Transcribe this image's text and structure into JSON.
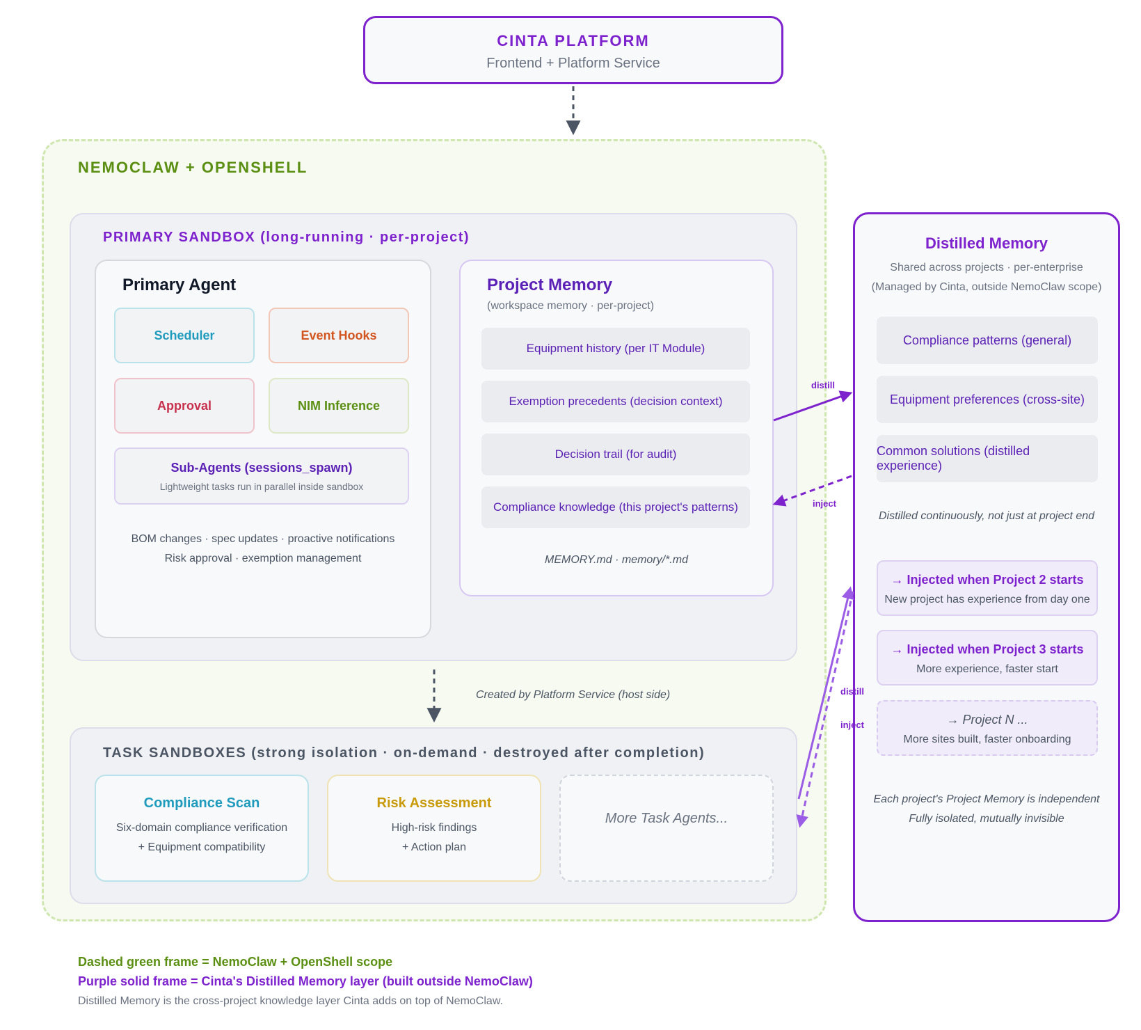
{
  "platform": {
    "title": "CINTA PLATFORM",
    "subtitle": "Frontend + Platform Service"
  },
  "nemoclaw": {
    "title": "NEMOCLAW + OPENSHELL"
  },
  "primary_sandbox": {
    "title": "PRIMARY SANDBOX (long-running · per-project)",
    "agent": {
      "title": "Primary Agent",
      "chips": {
        "scheduler": "Scheduler",
        "event_hooks": "Event Hooks",
        "approval": "Approval",
        "nim_inference": "NIM Inference"
      },
      "sub_agents": {
        "name": "Sub-Agents (sessions_spawn)",
        "desc": "Lightweight tasks run in parallel inside sandbox"
      },
      "notes": [
        "BOM changes · spec updates · proactive notifications",
        "Risk approval · exemption management"
      ]
    },
    "project_memory": {
      "title": "Project Memory",
      "subtitle": "(workspace memory · per-project)",
      "items": [
        "Equipment history (per IT Module)",
        "Exemption precedents (decision context)",
        "Decision trail (for audit)",
        "Compliance knowledge (this project's patterns)"
      ],
      "footer": "MEMORY.md · memory/*.md"
    }
  },
  "created_note": "Created by Platform Service (host side)",
  "task_sandboxes": {
    "title": "TASK SANDBOXES (strong isolation · on-demand · destroyed after completion)",
    "tasks": [
      {
        "name": "Compliance Scan",
        "lines": [
          "Six-domain compliance verification",
          "+ Equipment compatibility"
        ]
      },
      {
        "name": "Risk Assessment",
        "lines": [
          "High-risk findings",
          "+ Action plan"
        ]
      },
      {
        "name": "More Task Agents..."
      }
    ]
  },
  "distilled_memory": {
    "title": "Distilled Memory",
    "subtitle": [
      "Shared across projects · per-enterprise",
      "(Managed by Cinta, outside NemoClaw scope)"
    ],
    "items": [
      "Compliance patterns (general)",
      "Equipment preferences (cross-site)",
      "Common solutions (distilled experience)"
    ],
    "note": "Distilled continuously, not just at project end",
    "injections": [
      {
        "name": "→ Injected when Project 2 starts",
        "desc": "New project has experience from day one"
      },
      {
        "name": "→ Injected when Project 3 starts",
        "desc": "More experience, faster start"
      },
      {
        "name": "→ Project N ...",
        "desc": "More sites built, faster onboarding"
      }
    ],
    "footer": [
      "Each project's Project Memory is independent",
      "Fully isolated, mutually invisible"
    ]
  },
  "edge_labels": {
    "distill": "distill",
    "inject": "inject"
  },
  "legend": [
    "Dashed green frame = NemoClaw + OpenShell scope",
    "Purple solid frame = Cinta's Distilled Memory layer (built outside NemoClaw)",
    "Distilled Memory is the cross-project knowledge layer Cinta adds on top of NemoClaw."
  ],
  "colors": {
    "purple": "#7e22ce",
    "green": "#5a8f12",
    "gray": "#6b7280"
  }
}
